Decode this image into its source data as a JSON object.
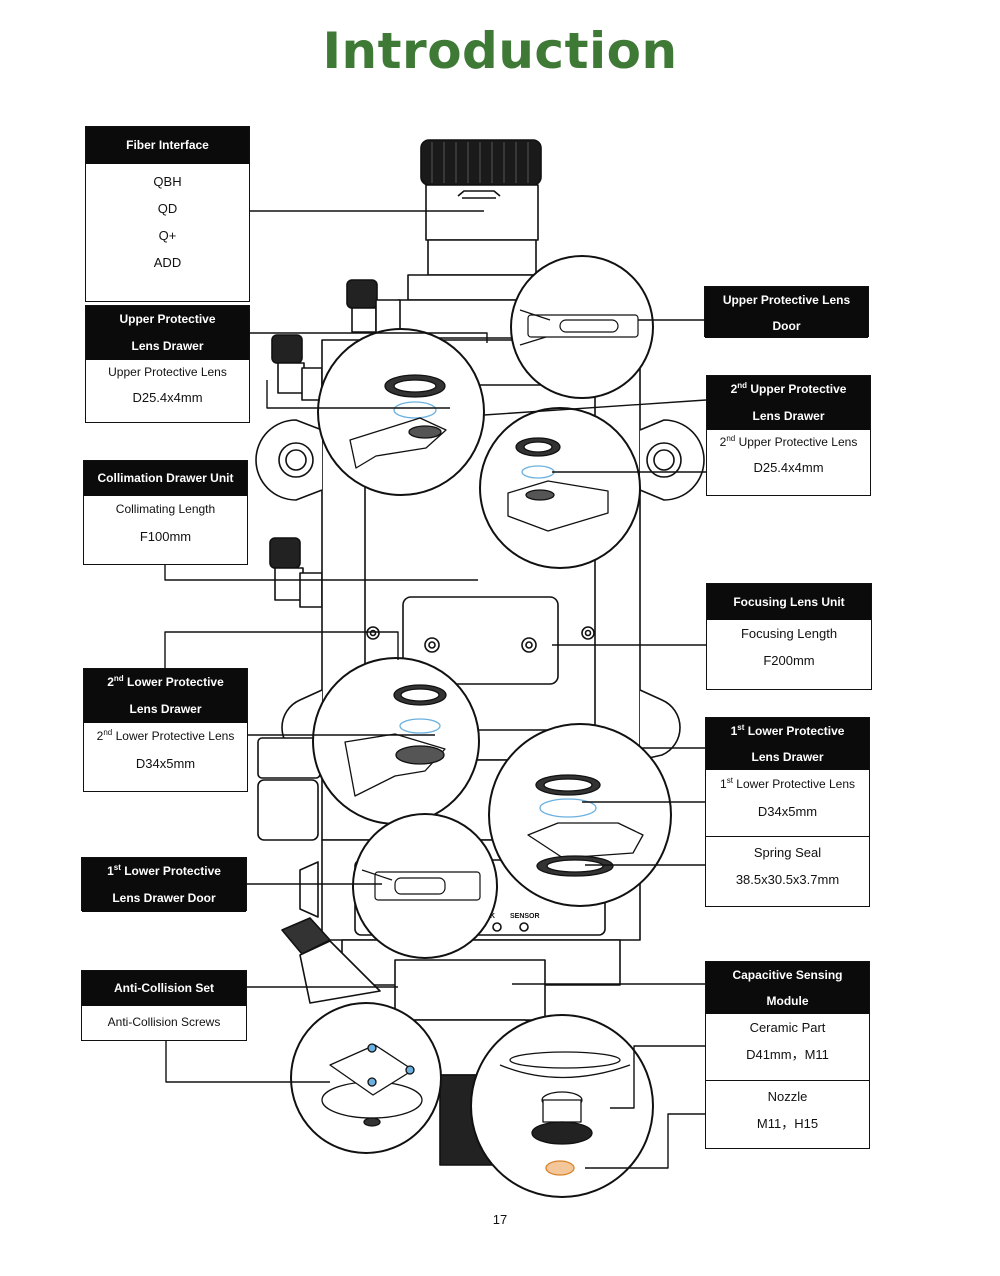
{
  "title": "Introduction",
  "page_number": "17",
  "colors": {
    "title": "#3e7a35",
    "header_bg": "#0b0b0b",
    "line": "#111111"
  },
  "device_labels": {
    "left_led": "K",
    "right_led": "SENSOR"
  },
  "boxes": {
    "fiber": {
      "header": "Fiber Interface",
      "lines": [
        "QBH",
        "QD",
        "Q+",
        "ADD"
      ]
    },
    "upper_drawer": {
      "header": "Upper Protective Lens Drawer",
      "lines": [
        "Upper Protective Lens",
        "D25.4x4mm"
      ]
    },
    "collimation": {
      "header": "Collimation Drawer Unit",
      "lines": [
        "Collimating Length",
        "F100mm"
      ]
    },
    "lower2_drawer": {
      "header_sup": "nd",
      "header_prefix": "2",
      "header": "Lower Protective Lens Drawer",
      "line1_prefix": "2",
      "line1_sup": "nd",
      "line1": "Lower Protective Lens",
      "line2": "D34x5mm"
    },
    "lower1_door": {
      "header_prefix": "1",
      "header_sup": "st",
      "header": "Lower Protective Lens Drawer Door"
    },
    "anti_collision": {
      "header": "Anti-Collision Set",
      "lines": [
        "Anti-Collision Screws"
      ]
    },
    "upper_door": {
      "header": "Upper Protective Lens Door"
    },
    "upper2_drawer": {
      "header_prefix": "2",
      "header_sup": "nd",
      "header": "Upper Protective Lens Drawer",
      "line1_prefix": "2",
      "line1_sup": "nd",
      "line1": "Upper Protective Lens",
      "line2": "D25.4x4mm"
    },
    "focusing": {
      "header": "Focusing Lens Unit",
      "lines": [
        "Focusing Length",
        "F200mm"
      ]
    },
    "lower1_drawer": {
      "header_prefix": "1",
      "header_sup": "st",
      "header": "Lower Protective Lens Drawer",
      "line1_prefix": "1",
      "line1_sup": "st",
      "line1": "Lower Protective Lens",
      "line2": "D34x5mm",
      "seal_title": "Spring Seal",
      "seal_size": "38.5x30.5x3.7mm"
    },
    "capacitive": {
      "header": "Capacitive Sensing Module",
      "ceramic_title": "Ceramic Part",
      "ceramic_size": "D41mm，M11",
      "nozzle_title": "Nozzle",
      "nozzle_size": "M11，H15"
    }
  }
}
